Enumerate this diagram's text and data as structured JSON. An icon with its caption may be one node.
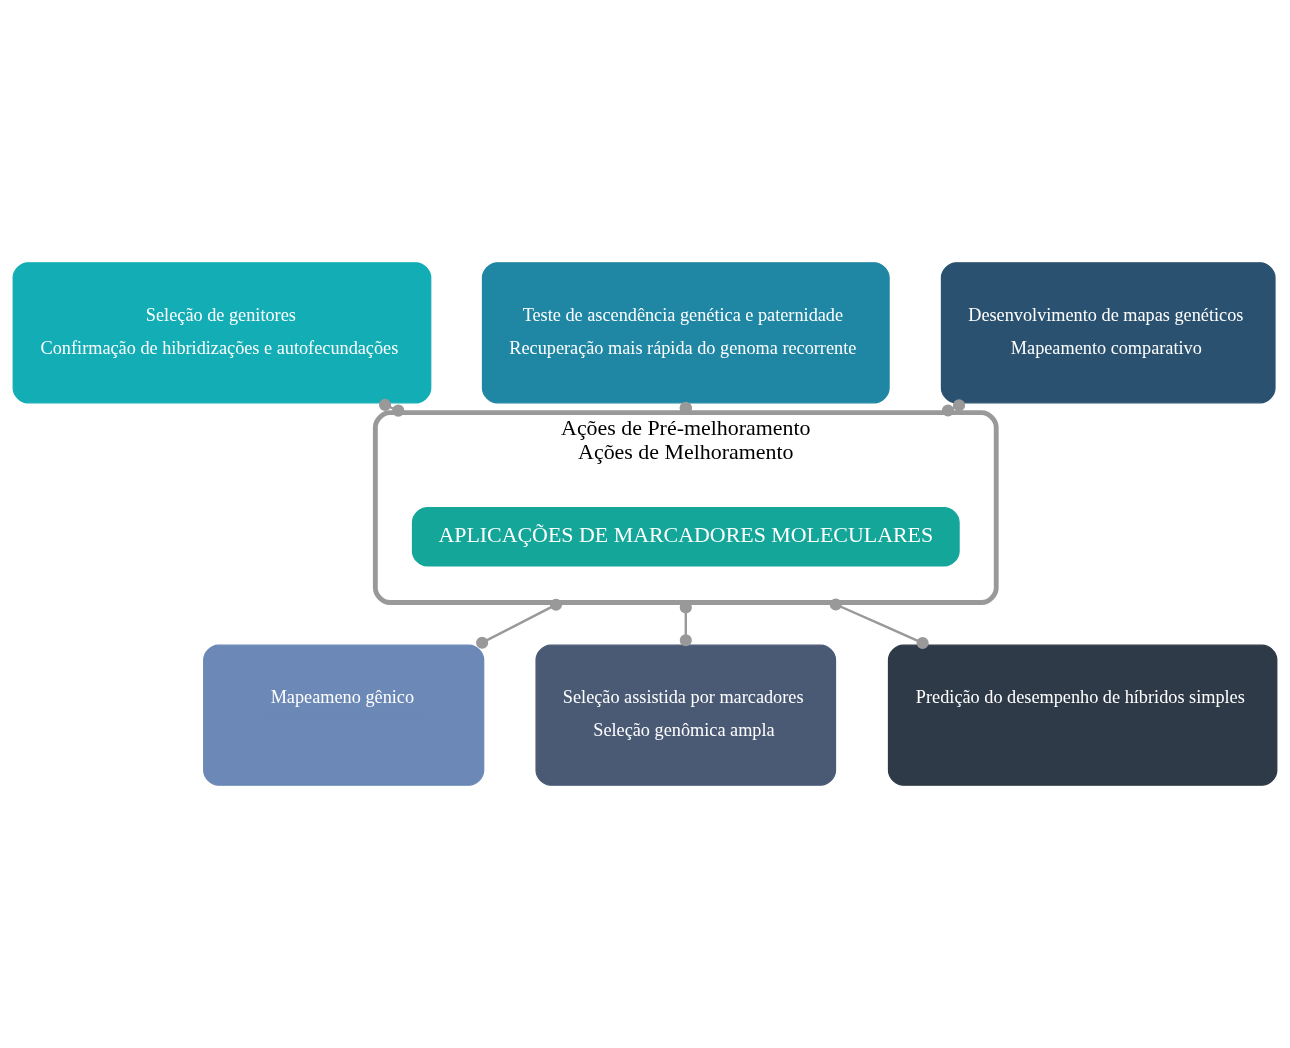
{
  "diagram": {
    "nodes": [
      {
        "text": [
          "Seleção de genitores",
          "Confirmação de hibridizações e autofecundações"
        ]
      },
      {
        "text": [
          "Teste de ascendência genética e paternidade",
          "Recuperação mais rápida do genoma recorrente"
        ]
      },
      {
        "text": [
          "Desenvolvimento de mapas genéticos",
          "Mapeamento comparativo"
        ]
      },
      {
        "text": [
          "Ações de Pré-melhoramento",
          "Ações de Melhoramento"
        ]
      },
      {
        "text": [
          "APLICAÇÕES DE MARCADORES MOLECULARES"
        ],
        "in": 3
      },
      {
        "text": [
          "Mapeameno gênico"
        ]
      },
      {
        "text": [
          "Seleção assistida por marcadores",
          "Seleção genômica ampla"
        ]
      },
      {
        "text": [
          "Predição do desempenho de híbridos simples"
        ]
      }
    ],
    "edges": [
      {
        "from": 3,
        "to": 0,
        "arrow": "other"
      },
      {
        "from": 3,
        "to": 1,
        "arrow": "other"
      },
      {
        "from": 3,
        "to": 2,
        "arrow": "other"
      },
      {
        "from": 3,
        "to": 5,
        "arrow": "other"
      },
      {
        "from": 3,
        "to": 6,
        "arrow": "other"
      },
      {
        "from": 3,
        "to": 7,
        "arrow": "other"
      }
    ]
  }
}
